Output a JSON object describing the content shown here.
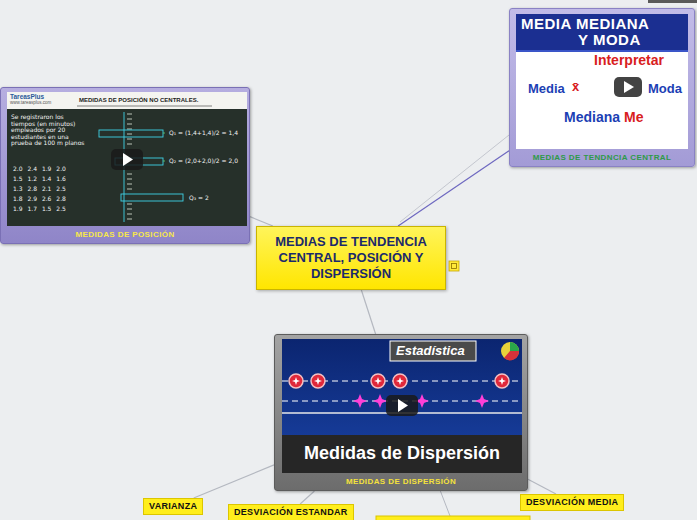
{
  "diagram": {
    "nodes": [
      {
        "text": [
          "MEDIAS DE TENDNCIA CENTRAL"
        ]
      },
      {
        "text": [
          "MEDIDAS DE POSICIÓN"
        ]
      },
      {
        "text": [
          "MEDIAS DE TENDENCIA CENTRAL, POSICIÓN Y DISPERSIÓN"
        ]
      },
      {
        "text": [
          "MEDIDAS DE DISPERSIÓN"
        ]
      },
      {
        "text": [
          "DESVIACIÓN MEDIA"
        ]
      },
      {
        "text": [
          "VARIANZA"
        ]
      },
      {
        "text": [
          "DESVIACIÓN ESTANDAR"
        ]
      }
    ],
    "edges": [
      {
        "from": 2,
        "to": 0,
        "arrow": "none"
      },
      {
        "from": 2,
        "to": 1,
        "arrow": "none"
      },
      {
        "from": 2,
        "to": 3,
        "arrow": "none"
      },
      {
        "from": 3,
        "to": 4,
        "arrow": "none"
      },
      {
        "from": 3,
        "to": 5,
        "arrow": "none"
      },
      {
        "from": 3,
        "to": 6,
        "arrow": "none"
      }
    ],
    "labels": [
      "MEDIA MEDIANA",
      "Y MODA",
      "Interpretar",
      "Media",
      "x̄",
      "Moda",
      "Mediana",
      "Me",
      "TareasPlus",
      "www.tareasplus.com",
      "MEDIDAS DE POSICIÓN NO CENTRALES.",
      "Se registraron los tiempos (en minutos) empleados por 20 estudiantes en una prueba de 100 m planos",
      "2.0 2.4 1.9 2.0",
      "1.5 1.2 1.4 1.6",
      "1.3 2.8 2.1 2.5",
      "1.8 2.9 2.6 2.8",
      "1.9 1.7 1.5 2.5",
      "Q₁ = (1,4+1,4)/2 = 1,4",
      "Q₂ = (2,0+2,0)/2 = 2,0",
      "Q₃ = 2",
      "Estadística",
      "Medidas de Dispersión"
    ]
  }
}
